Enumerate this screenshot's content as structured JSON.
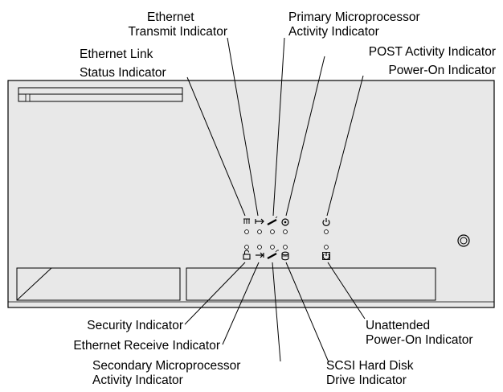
{
  "labels": {
    "ethernet_transmit": [
      "Ethernet",
      "Transmit Indicator"
    ],
    "primary_microprocessor": [
      "Primary Microprocessor",
      "Activity Indicator"
    ],
    "ethernet_link": [
      "Ethernet Link",
      "Status Indicator"
    ],
    "post_activity": [
      "POST Activity Indicator"
    ],
    "power_on": [
      "Power-On Indicator"
    ],
    "security": [
      "Security Indicator"
    ],
    "ethernet_receive": [
      "Ethernet Receive Indicator"
    ],
    "secondary_microprocessor": [
      "Secondary Microprocessor",
      "Activity Indicator"
    ],
    "scsi_hard_disk": [
      "SCSI Hard Disk",
      "Drive Indicator"
    ],
    "unattended_power_on": [
      "Unattended",
      "Power-On Indicator"
    ]
  },
  "icons": {
    "ethernet_link": "network-link-icon",
    "ethernet_transmit": "transmit-arrow-icon",
    "primary_microprocessor": "cpu-activity-icon",
    "post_activity": "post-activity-icon",
    "power_on": "power-icon",
    "security": "lock-icon",
    "ethernet_receive": "receive-arrow-icon",
    "secondary_microprocessor": "cpu-activity-icon",
    "scsi_hard_disk": "disk-drive-icon",
    "unattended_power_on": "unattended-power-icon",
    "power_button": "power-button-icon"
  },
  "colors": {
    "panel": "#e8e8e8",
    "stroke": "#000000",
    "background": "#ffffff"
  }
}
